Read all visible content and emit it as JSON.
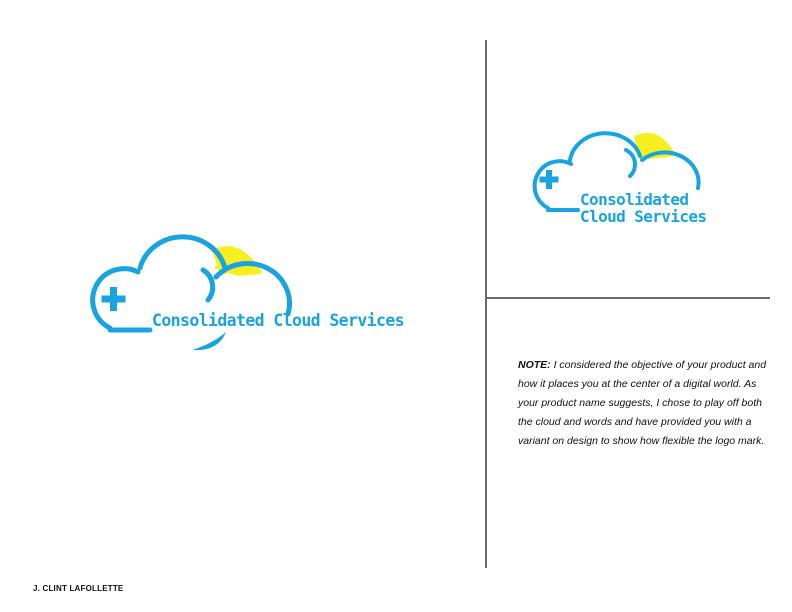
{
  "logo_primary": {
    "text": "Consolidated Cloud Services"
  },
  "logo_stacked": {
    "line1": "Consolidated",
    "line2": "Cloud Services"
  },
  "note": {
    "label": "NOTE:",
    "body": "I considered the objective of your product and how it places you at the center of a digital world. As your product name suggests, I chose to play off both the cloud and words and have provided you with a variant on design to show how flexible the logo mark."
  },
  "credit": "J. CLINT LAFOLLETTE",
  "colors": {
    "brand_blue": "#1aa3e1",
    "sun_yellow": "#f7ef1f",
    "divider": "#6b6b6b"
  }
}
